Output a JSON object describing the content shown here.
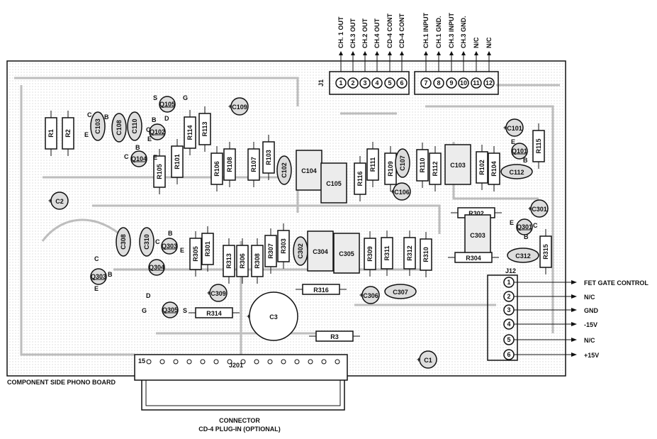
{
  "board": {
    "caption": "COMPONENT SIDE PHONO BOARD",
    "connector_caption_1": "CONNECTOR",
    "connector_caption_2": "CD-4 PLUG-IN (OPTIONAL)"
  },
  "j1": {
    "ref": "J1",
    "pins": [
      {
        "num": "1",
        "label": "CH. 1 OUT"
      },
      {
        "num": "2",
        "label": "CH.3 OUT"
      },
      {
        "num": "3",
        "label": "CH.2 OUT"
      },
      {
        "num": "4",
        "label": "CH.4 OUT"
      },
      {
        "num": "5",
        "label": "CD-4 CONT"
      },
      {
        "num": "6",
        "label": "CD-4 CONT"
      },
      {
        "num": "7",
        "label": "CH.1 INPUT"
      },
      {
        "num": "8",
        "label": "CH.1 GND."
      },
      {
        "num": "9",
        "label": "CH.3 INPUT"
      },
      {
        "num": "10",
        "label": "CH.3 GND."
      },
      {
        "num": "11",
        "label": "N/C"
      },
      {
        "num": "12",
        "label": "N/C"
      }
    ]
  },
  "j12": {
    "ref": "J12",
    "pins": [
      {
        "num": "1",
        "label": "FET GATE CONTROL"
      },
      {
        "num": "2",
        "label": "N/C"
      },
      {
        "num": "3",
        "label": "GND"
      },
      {
        "num": "4",
        "label": "-15V"
      },
      {
        "num": "5",
        "label": "N/C"
      },
      {
        "num": "6",
        "label": "+15V"
      }
    ]
  },
  "j201": {
    "ref": "J201",
    "pin": "15"
  },
  "components": [
    {
      "ref": "R1",
      "kind": "resistor-v"
    },
    {
      "ref": "R2",
      "kind": "resistor-v"
    },
    {
      "ref": "C103",
      "kind": "cap-v"
    },
    {
      "ref": "C108",
      "kind": "cap-v"
    },
    {
      "ref": "C110",
      "kind": "cap-v"
    },
    {
      "ref": "Q102",
      "kind": "transistor"
    },
    {
      "ref": "Q105",
      "kind": "transistor"
    },
    {
      "ref": "Q104",
      "kind": "transistor"
    },
    {
      "ref": "R114",
      "kind": "resistor-v"
    },
    {
      "ref": "R113",
      "kind": "resistor-v"
    },
    {
      "ref": "R105",
      "kind": "resistor-v"
    },
    {
      "ref": "R101",
      "kind": "resistor-v"
    },
    {
      "ref": "C109",
      "kind": "cap-round"
    },
    {
      "ref": "R106",
      "kind": "resistor-v"
    },
    {
      "ref": "R108",
      "kind": "resistor-v"
    },
    {
      "ref": "R107",
      "kind": "resistor-v"
    },
    {
      "ref": "R103",
      "kind": "resistor-v"
    },
    {
      "ref": "C102",
      "kind": "cap-v"
    },
    {
      "ref": "C104",
      "kind": "box"
    },
    {
      "ref": "C105",
      "kind": "box"
    },
    {
      "ref": "R116",
      "kind": "resistor-v"
    },
    {
      "ref": "R111",
      "kind": "resistor-v"
    },
    {
      "ref": "R109",
      "kind": "resistor-v"
    },
    {
      "ref": "C107",
      "kind": "cap-v"
    },
    {
      "ref": "C106",
      "kind": "cap-round"
    },
    {
      "ref": "R110",
      "kind": "resistor-v"
    },
    {
      "ref": "R112",
      "kind": "resistor-v"
    },
    {
      "ref": "C103",
      "kind": "box"
    },
    {
      "ref": "R102",
      "kind": "resistor-v"
    },
    {
      "ref": "R104",
      "kind": "resistor-v"
    },
    {
      "ref": "C101",
      "kind": "cap-round"
    },
    {
      "ref": "Q101",
      "kind": "transistor"
    },
    {
      "ref": "R115",
      "kind": "resistor-v"
    },
    {
      "ref": "C112",
      "kind": "cap-h"
    },
    {
      "ref": "C2",
      "kind": "cap-round"
    },
    {
      "ref": "C308",
      "kind": "cap-v"
    },
    {
      "ref": "C310",
      "kind": "cap-v"
    },
    {
      "ref": "Q303",
      "kind": "transistor"
    },
    {
      "ref": "R305",
      "kind": "resistor-v"
    },
    {
      "ref": "R301",
      "kind": "resistor-v"
    },
    {
      "ref": "R313",
      "kind": "resistor-v"
    },
    {
      "ref": "R306",
      "kind": "resistor-v"
    },
    {
      "ref": "R308",
      "kind": "resistor-v"
    },
    {
      "ref": "R307",
      "kind": "resistor-v"
    },
    {
      "ref": "R303",
      "kind": "resistor-v"
    },
    {
      "ref": "C302",
      "kind": "cap-v"
    },
    {
      "ref": "C304",
      "kind": "box"
    },
    {
      "ref": "C305",
      "kind": "box"
    },
    {
      "ref": "R309",
      "kind": "resistor-v"
    },
    {
      "ref": "R311",
      "kind": "resistor-v"
    },
    {
      "ref": "R312",
      "kind": "resistor-v"
    },
    {
      "ref": "R310",
      "kind": "resistor-v"
    },
    {
      "ref": "R302",
      "kind": "resistor-h"
    },
    {
      "ref": "C303",
      "kind": "box"
    },
    {
      "ref": "R304",
      "kind": "resistor-h"
    },
    {
      "ref": "C312",
      "kind": "cap-h"
    },
    {
      "ref": "C301",
      "kind": "cap-round"
    },
    {
      "ref": "Q301",
      "kind": "transistor"
    },
    {
      "ref": "R315",
      "kind": "resistor-v"
    },
    {
      "ref": "Q303",
      "kind": "transistor"
    },
    {
      "ref": "Q304",
      "kind": "transistor"
    },
    {
      "ref": "C309",
      "kind": "cap-round"
    },
    {
      "ref": "Q305",
      "kind": "transistor"
    },
    {
      "ref": "R314",
      "kind": "resistor-h"
    },
    {
      "ref": "C3",
      "kind": "cap-round"
    },
    {
      "ref": "R316",
      "kind": "resistor-h"
    },
    {
      "ref": "C306",
      "kind": "cap-round"
    },
    {
      "ref": "C307",
      "kind": "cap-h"
    },
    {
      "ref": "R3",
      "kind": "resistor-h"
    },
    {
      "ref": "C1",
      "kind": "cap-round"
    }
  ],
  "pin_letters": {
    "b": "B",
    "c": "C",
    "e": "E",
    "d": "D",
    "g": "G",
    "s": "S"
  },
  "colors": {
    "ink": "#111111",
    "trace": "#b8b8b8",
    "paper": "#ffffff"
  }
}
